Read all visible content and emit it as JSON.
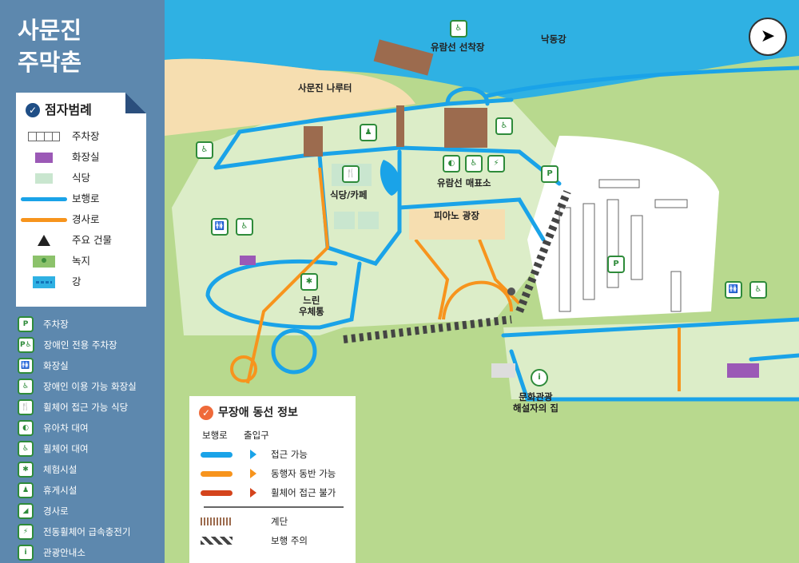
{
  "title": {
    "line1": "사문진",
    "line2": "주막촌"
  },
  "legend": {
    "heading": "점자범례",
    "items": [
      {
        "label": "주차장",
        "symbol": "parking-grid"
      },
      {
        "label": "화장실",
        "symbol": "purple-rect"
      },
      {
        "label": "식당",
        "symbol": "light-green-rect"
      },
      {
        "label": "보행로",
        "symbol": "blue-line"
      },
      {
        "label": "경사로",
        "symbol": "orange-line"
      },
      {
        "label": "주요 건물",
        "symbol": "black-triangle"
      },
      {
        "label": "녹지",
        "symbol": "tree-green"
      },
      {
        "label": "강",
        "symbol": "wave-blue"
      }
    ]
  },
  "icon_legend": [
    {
      "icon": "parking-icon",
      "glyph": "P",
      "label": "주차장"
    },
    {
      "icon": "accessible-parking-icon",
      "glyph": "P♿",
      "label": "장애인 전용 주차장"
    },
    {
      "icon": "restroom-icon",
      "glyph": "🚻",
      "label": "화장실"
    },
    {
      "icon": "accessible-restroom-icon",
      "glyph": "♿",
      "label": "장애인 이용 가능 화장실"
    },
    {
      "icon": "accessible-restaurant-icon",
      "glyph": "🍴",
      "label": "휠체어 접근 가능 식당"
    },
    {
      "icon": "stroller-rental-icon",
      "glyph": "◐",
      "label": "유아차 대여"
    },
    {
      "icon": "wheelchair-rental-icon",
      "glyph": "♿",
      "label": "휠체어 대여"
    },
    {
      "icon": "experience-facility-icon",
      "glyph": "✱",
      "label": "체험시설"
    },
    {
      "icon": "rest-facility-icon",
      "glyph": "♟",
      "label": "휴게시설"
    },
    {
      "icon": "ramp-icon",
      "glyph": "◢",
      "label": "경사로"
    },
    {
      "icon": "wheelchair-charger-icon",
      "glyph": "⚡",
      "label": "전동휠체어 급속충전기"
    },
    {
      "icon": "info-icon",
      "glyph": "i",
      "label": "관광안내소"
    }
  ],
  "map_labels": {
    "dock": "유람선 선착장",
    "river": "낙동강",
    "ferry": "사문진 나루터",
    "restaurant": "식당/카페",
    "ticket": "유람선 매표소",
    "piano": "피아노 광장",
    "post_line1": "느린",
    "post_line2": "우체통",
    "culture_line1": "문화관광",
    "culture_line2": "해설자의 집"
  },
  "route_legend": {
    "heading": "무장애 동선 정보",
    "col_path": "보행로",
    "col_entrance": "출입구",
    "rows": [
      {
        "label": "접근 가능",
        "color": "#1aa3e8"
      },
      {
        "label": "동행자 동반 가능",
        "color": "#f7941d"
      },
      {
        "label": "휠체어 접근 불가",
        "color": "#d4441c"
      }
    ],
    "stairs": "계단",
    "caution": "보행 주의"
  },
  "colors": {
    "sidebar": "#5d88ae",
    "river": "#2fb1e3",
    "sand": "#f6deb0",
    "green": "#b8d98e",
    "lawn": "#dcedc8",
    "path": "#1aa3e8",
    "ramp": "#f7941d",
    "toilet": "#9b59b6"
  }
}
